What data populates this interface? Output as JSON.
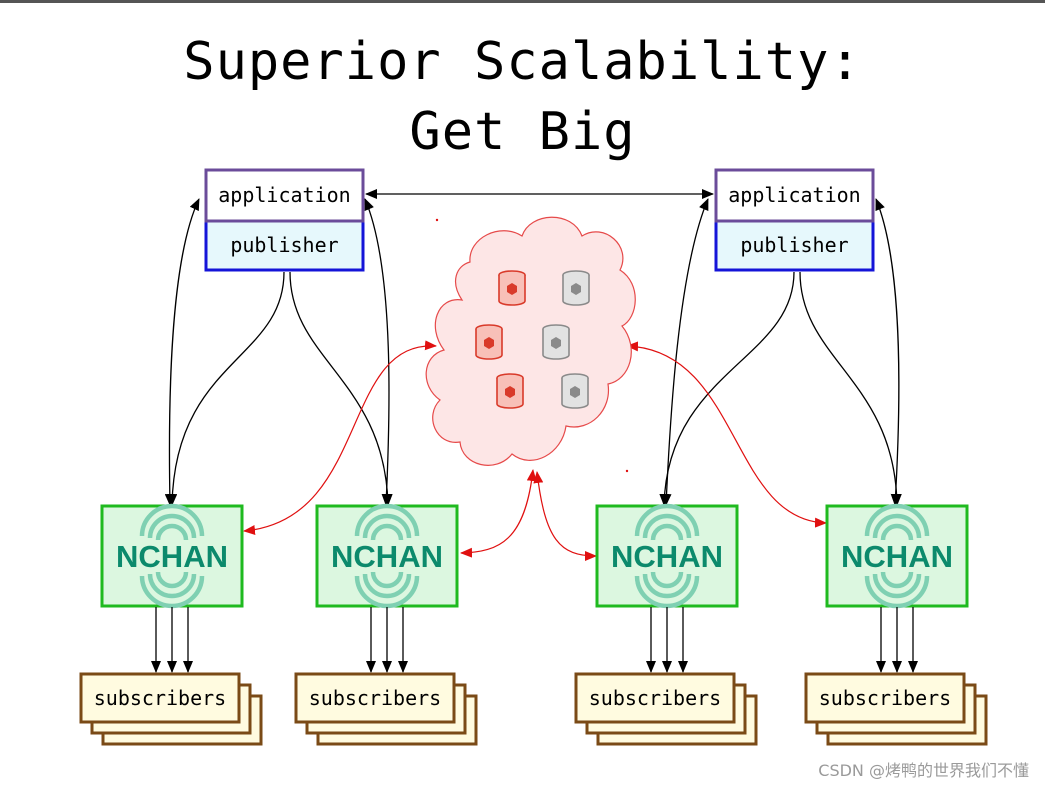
{
  "title": {
    "line1": "Superior Scalability:",
    "line2": "Get Big"
  },
  "nodes": {
    "application_label": "application",
    "publisher_label": "publisher",
    "nchan_label": "NCHAN",
    "subscribers_label": "subscribers"
  },
  "colors": {
    "application_border": "#6b4c9a",
    "publisher_border": "#1414d8",
    "publisher_fill": "#e6f8fc",
    "nchan_border": "#1fba1f",
    "nchan_fill": "#dcf7e0",
    "nchan_brand": "#0c8a6c",
    "subscribers_border": "#7a4a16",
    "subscribers_fill": "#fffbe0",
    "cloud_fill": "#fde6e6",
    "cloud_border": "#e64a4a",
    "redis_red": "#d93a2a",
    "redis_gray": "#8a8a8a",
    "arrow_black": "#000000",
    "arrow_red": "#e01010"
  },
  "icons": {
    "cloud": "cloud-icon",
    "database": "database-icon",
    "broadcast": "broadcast-waves-icon"
  },
  "watermark": "CSDN @烤鸭的世界我们不懂"
}
